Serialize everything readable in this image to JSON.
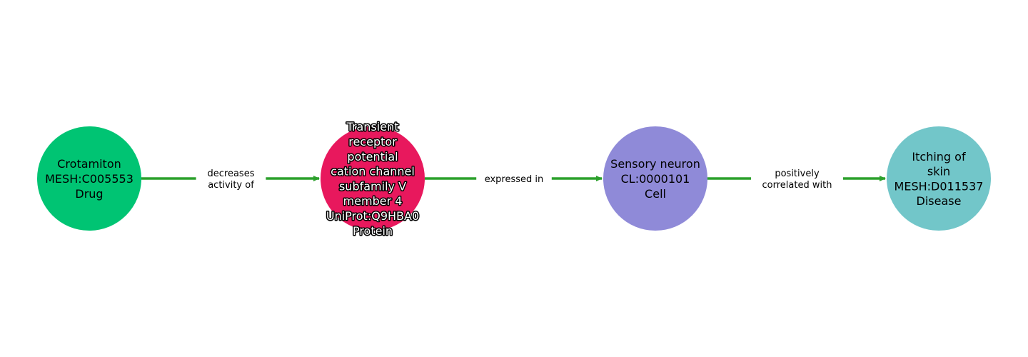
{
  "graph": {
    "edge_color": "#2ca02c",
    "nodes": [
      {
        "id": "crotamiton",
        "lines": [
          "Crotamiton",
          "MESH:C005553",
          "Drug"
        ],
        "color": "#00c473",
        "halo": false
      },
      {
        "id": "trpv4",
        "lines": [
          "Transient",
          "receptor",
          "potential",
          "cation channel",
          "subfamily V",
          "member 4",
          "UniProt:Q9HBA0",
          "Protein"
        ],
        "color": "#e8185d",
        "halo": true
      },
      {
        "id": "sensory-neuron",
        "lines": [
          "Sensory neuron",
          "CL:0000101",
          "Cell"
        ],
        "color": "#8f8ad8",
        "halo": false
      },
      {
        "id": "itching",
        "lines": [
          "Itching of",
          "skin",
          "MESH:D011537",
          "Disease"
        ],
        "color": "#72c6c9",
        "halo": false
      }
    ],
    "edges": [
      {
        "from": 0,
        "to": 1,
        "lines": [
          "decreases",
          "activity of"
        ]
      },
      {
        "from": 1,
        "to": 2,
        "lines": [
          "expressed in"
        ]
      },
      {
        "from": 2,
        "to": 3,
        "lines": [
          "positively",
          "correlated with"
        ]
      }
    ]
  }
}
